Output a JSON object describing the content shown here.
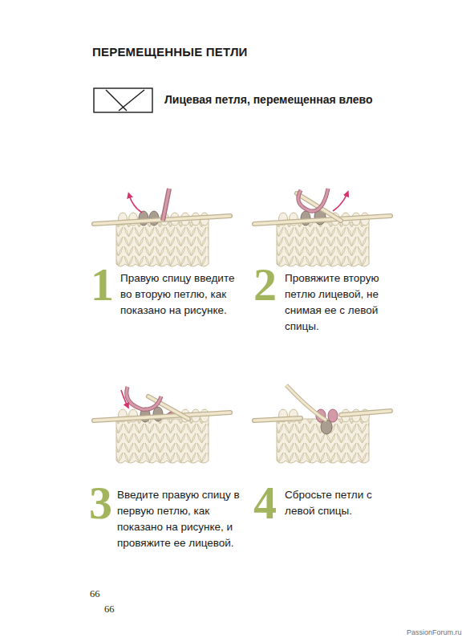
{
  "diagram": {
    "title": "ПЕРЕМЕЩЕННЫЕ ПЕТЛИ",
    "labels": [
      "Лицевая петля, перемещенная влево",
      "1",
      "Правую спицу введите во вторую петлю, как показано на рисунке.",
      "2",
      "Провяжите вторую петлю лицевой, не снимая ее с левой спицы.",
      "3",
      "Введите правую спицу в первую петлю, как показано на рисунке, и провяжите ее лицевой.",
      "4",
      "Сбросьте петли с левой спицы.",
      "66",
      "66",
      "PassionForum.ru"
    ]
  }
}
